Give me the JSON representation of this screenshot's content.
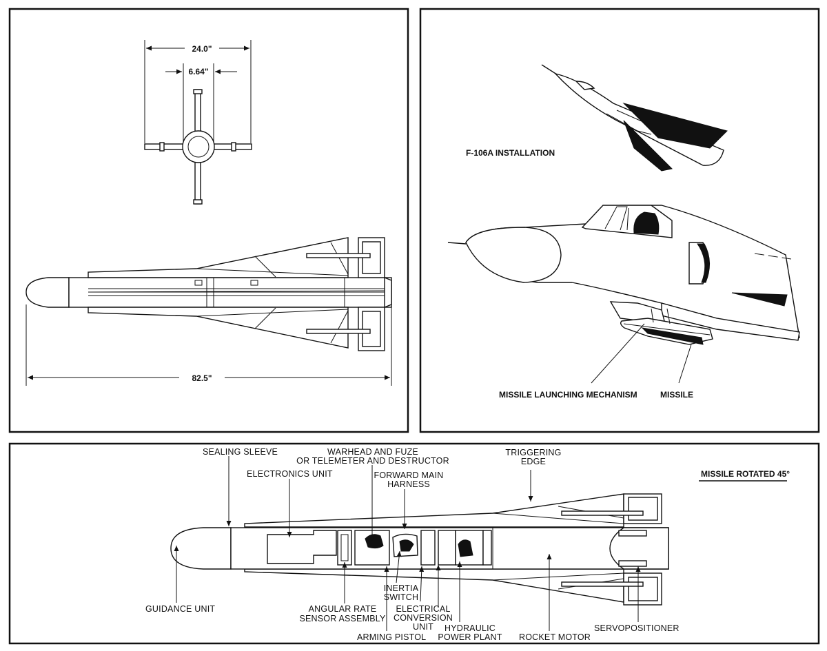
{
  "top_left": {
    "dim_span": "24.0\"",
    "dim_body": "6.64\"",
    "dim_length": "82.5\""
  },
  "top_right": {
    "title": "F-106A INSTALLATION",
    "label_mechanism": "MISSILE LAUNCHING MECHANISM",
    "label_missile": "MISSILE"
  },
  "bottom": {
    "header": "MISSILE ROTATED 45°",
    "sealing_sleeve": "SEALING SLEEVE",
    "electronics_unit": "ELECTRONICS UNIT",
    "warhead_line1": "WARHEAD AND FUZE",
    "warhead_line2": "OR TELEMETER AND DESTRUCTOR",
    "forward_line1": "FORWARD MAIN",
    "forward_line2": "HARNESS",
    "triggering_line1": "TRIGGERING",
    "triggering_line2": "EDGE",
    "guidance_unit": "GUIDANCE UNIT",
    "angular_line1": "ANGULAR RATE",
    "angular_line2": "SENSOR ASSEMBLY",
    "inertia_line1": "INERTIA",
    "inertia_line2": "SWITCH",
    "electrical_line1": "ELECTRICAL",
    "electrical_line2": "CONVERSION",
    "electrical_line3": "UNIT",
    "arming_pistol": "ARMING PISTOL",
    "hydraulic_line1": "HYDRAULIC",
    "hydraulic_line2": "POWER PLANT",
    "rocket_motor": "ROCKET MOTOR",
    "servopositioner": "SERVOPOSITIONER"
  }
}
